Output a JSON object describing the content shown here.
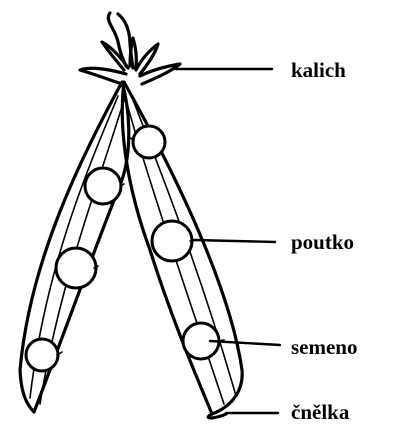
{
  "labels": [
    {
      "key": "calyx",
      "text": "kalich"
    },
    {
      "key": "funicle",
      "text": "poutko"
    },
    {
      "key": "seed",
      "text": "semeno"
    },
    {
      "key": "style",
      "text": "čnělka"
    }
  ]
}
